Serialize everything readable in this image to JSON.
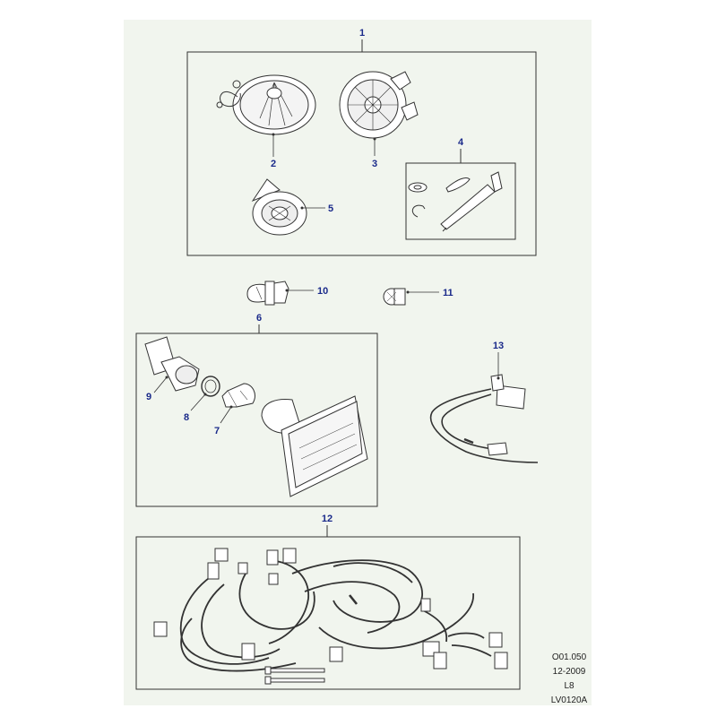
{
  "callouts": {
    "c1": "1",
    "c2": "2",
    "c3": "3",
    "c4": "4",
    "c5": "5",
    "c6": "6",
    "c7": "7",
    "c8": "8",
    "c9": "9",
    "c10": "10",
    "c11": "11",
    "c12": "12",
    "c13": "13"
  },
  "meta": {
    "ref": "O01.050",
    "date": "12-2009",
    "level": "L8",
    "code": "LV0120A"
  },
  "colors": {
    "background": "#f1f5ee",
    "line": "#333333",
    "callout": "#1a2a8a"
  }
}
